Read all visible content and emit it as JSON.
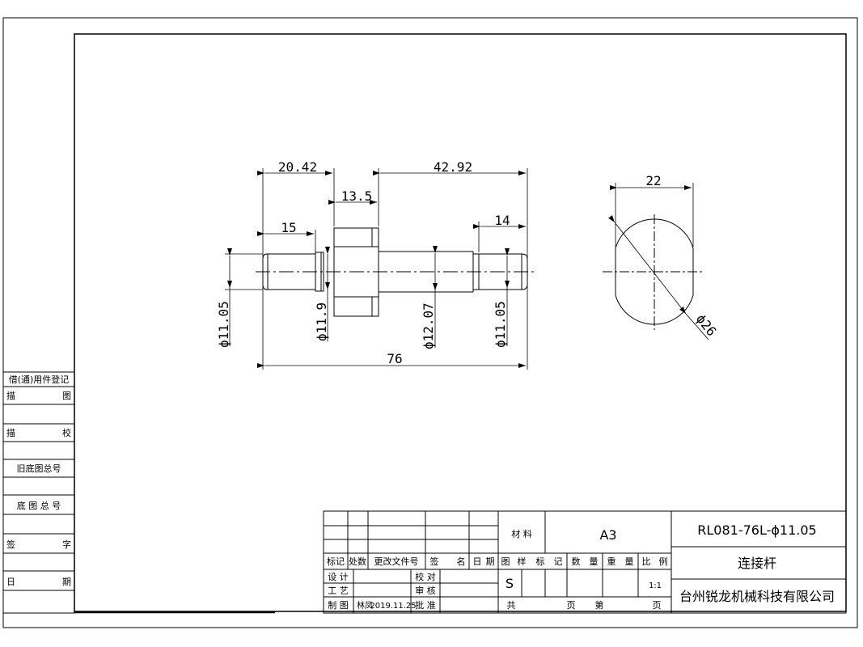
{
  "drawing": {
    "dimensions": {
      "d_20_42": "20.42",
      "d_42_92": "42.92",
      "d_13_5": "13.5",
      "d_15": "15",
      "d_14": "14",
      "d_76": "76",
      "d_phi_11_05_left": "ϕ11.05",
      "d_phi_11_9": "ϕ11.9",
      "d_phi_12_07": "ϕ12.07",
      "d_phi_11_05_right": "ϕ11.05",
      "d_22": "22",
      "d_phi_26": "ϕ26"
    }
  },
  "left_register": {
    "title": "借(通)用件登记",
    "rows": [
      "描",
      "图",
      "描",
      "校",
      "旧底图总号",
      "底 图 总 号",
      "签",
      "字",
      "日",
      "期"
    ]
  },
  "title_block": {
    "rev_headers": [
      "标记",
      "处数",
      "更改文件号",
      "签",
      "名",
      "日",
      "期"
    ],
    "design": "设 计",
    "process": "工 艺",
    "drawn": "制 图",
    "drawn_by": "林凤",
    "drawn_date": "2019.11.25",
    "check": "校 对",
    "review": "审 核",
    "approve": "批 准",
    "material_label": "材 料",
    "material_value": "A3",
    "stage_headers": [
      "图",
      "样",
      "标",
      "记",
      "数",
      "量",
      "重",
      "量",
      "比",
      "例"
    ],
    "stage_value": "S",
    "scale_value": "1:1",
    "sheet_total": "共",
    "sheet_page1": "页",
    "sheet_no": "第",
    "sheet_page2": "页",
    "drawing_number": "RL081-76L-ϕ11.05",
    "part_name": "连接杆",
    "company": "台州锐龙机械科技有限公司"
  }
}
